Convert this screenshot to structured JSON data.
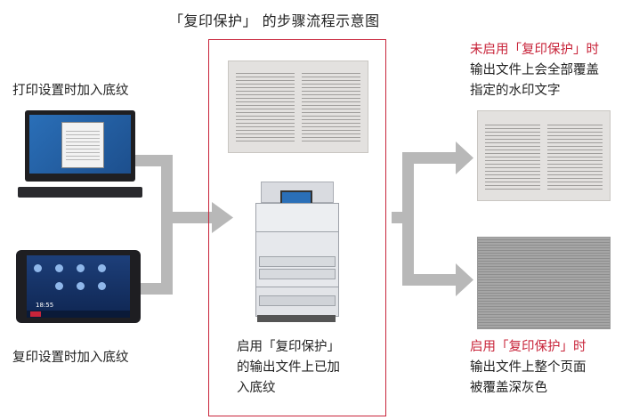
{
  "title": "「复印保护」 的步骤流程示意图",
  "left": {
    "print_label": "打印设置时加入底纹",
    "copy_label": "复印设置时加入底纹",
    "tablet_screen_time": "18:55"
  },
  "center": {
    "caption_lines": [
      "启用「复印保护」",
      "的输出文件上已加",
      "入底纹"
    ]
  },
  "right": {
    "disabled_title": "未启用「复印保护」时",
    "disabled_lines": [
      "输出文件上会全部覆盖",
      "指定的水印文字"
    ],
    "enabled_title": "启用「复印保护」时",
    "enabled_lines": [
      "输出文件上整个页面",
      "被覆盖深灰色"
    ]
  },
  "colors": {
    "accent": "#c8243a",
    "arrow": "#b8b8b8"
  }
}
